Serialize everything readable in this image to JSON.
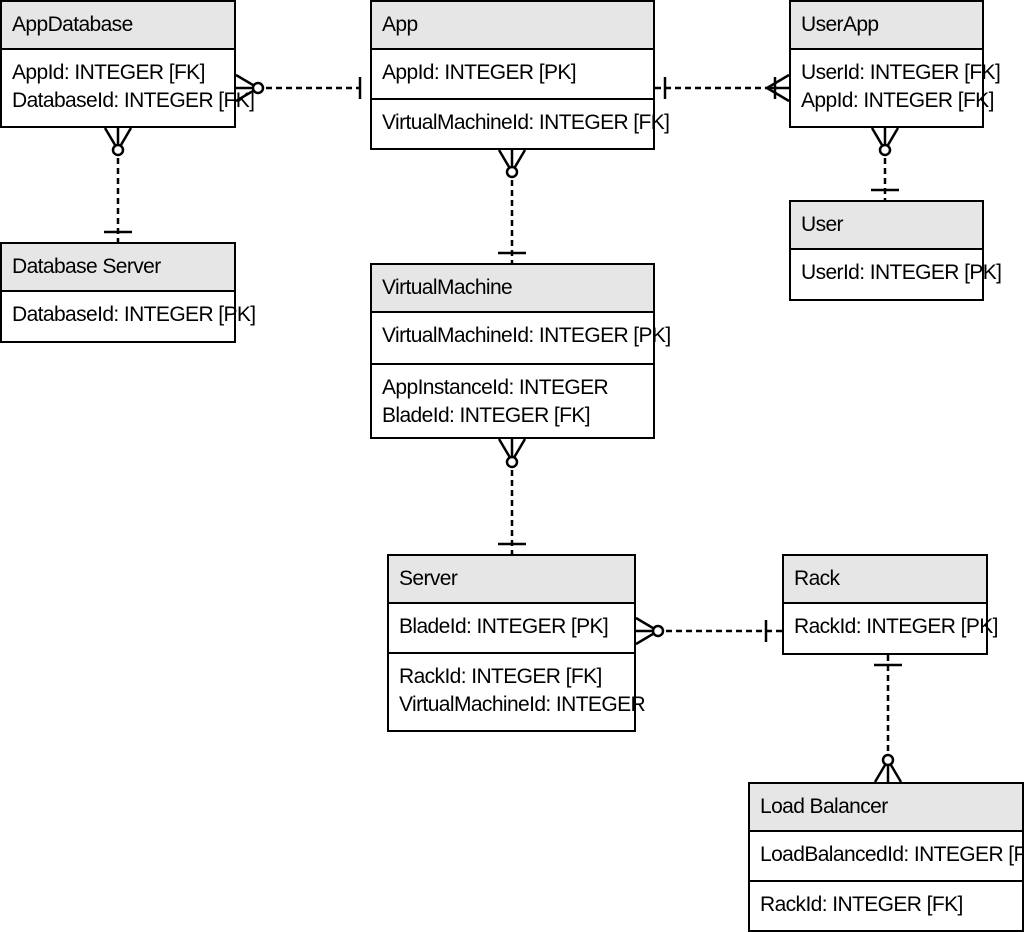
{
  "entities": {
    "app_database": {
      "title": "AppDatabase",
      "sections": [
        [
          "AppId: INTEGER [FK]",
          "DatabaseId: INTEGER [FK]"
        ]
      ]
    },
    "app": {
      "title": "App",
      "sections": [
        [
          "AppId: INTEGER [PK]"
        ],
        [
          "VirtualMachineId: INTEGER [FK]"
        ]
      ]
    },
    "user_app": {
      "title": "UserApp",
      "sections": [
        [
          "UserId: INTEGER [FK]",
          "AppId: INTEGER [FK]"
        ]
      ]
    },
    "database_server": {
      "title": "Database Server",
      "sections": [
        [
          "DatabaseId: INTEGER [PK]"
        ]
      ]
    },
    "user": {
      "title": "User",
      "sections": [
        [
          "UserId: INTEGER [PK]"
        ]
      ]
    },
    "virtual_machine": {
      "title": "VirtualMachine",
      "sections": [
        [
          "VirtualMachineId: INTEGER [PK]"
        ],
        [
          "AppInstanceId: INTEGER",
          "BladeId: INTEGER [FK]"
        ]
      ]
    },
    "server": {
      "title": "Server",
      "sections": [
        [
          "BladeId: INTEGER [PK]"
        ],
        [
          "RackId: INTEGER [FK]",
          "VirtualMachineId: INTEGER"
        ]
      ]
    },
    "rack": {
      "title": "Rack",
      "sections": [
        [
          "RackId: INTEGER [PK]"
        ]
      ]
    },
    "load_balancer": {
      "title": "Load Balancer",
      "sections": [
        [
          "LoadBalancedId: INTEGER [PK]"
        ],
        [
          "RackId: INTEGER [FK]"
        ]
      ]
    }
  },
  "relationships": [
    {
      "from": "app_database",
      "to": "app",
      "from_end": "zero-or-many",
      "to_end": "one"
    },
    {
      "from": "user_app",
      "to": "app",
      "from_end": "one-or-many",
      "to_end": "one"
    },
    {
      "from": "app_database",
      "to": "database_server",
      "from_end": "zero-or-many",
      "to_end": "one"
    },
    {
      "from": "app",
      "to": "virtual_machine",
      "from_end": "zero-or-many",
      "to_end": "one"
    },
    {
      "from": "user_app",
      "to": "user",
      "from_end": "zero-or-many",
      "to_end": "one"
    },
    {
      "from": "virtual_machine",
      "to": "server",
      "from_end": "zero-or-many",
      "to_end": "one"
    },
    {
      "from": "server",
      "to": "rack",
      "from_end": "zero-or-many",
      "to_end": "one"
    },
    {
      "from": "load_balancer",
      "to": "rack",
      "from_end": "zero-or-many",
      "to_end": "one"
    }
  ]
}
